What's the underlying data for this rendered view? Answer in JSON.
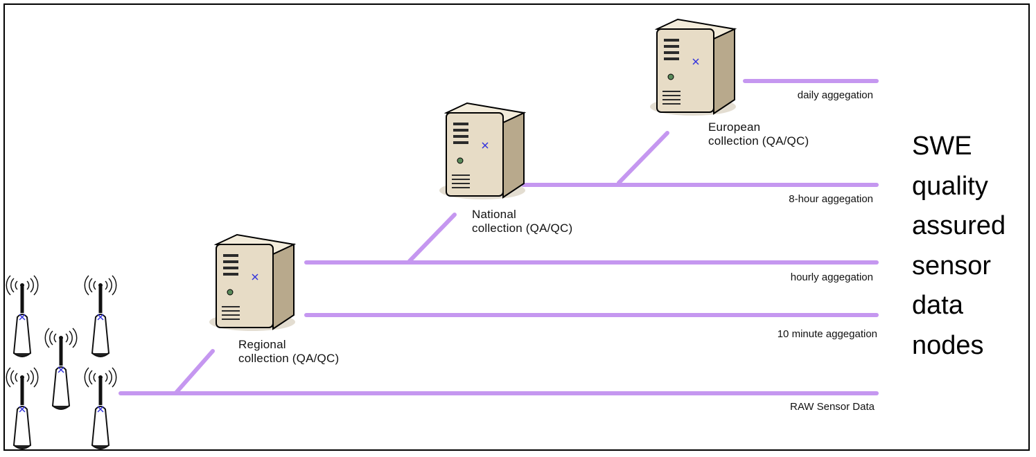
{
  "colors": {
    "line": "#c597f0",
    "server_body": "#e7dcc6",
    "server_side": "#b8a98c",
    "antenna": "#1a1a1a"
  },
  "nodes": {
    "european": [
      "European",
      "collection (QA/QC)"
    ],
    "national": [
      "National",
      "collection (QA/QC)"
    ],
    "regional": [
      "Regional",
      "collection (QA/QC)"
    ]
  },
  "aggregations": {
    "daily": "daily aggegation",
    "eight_hour": "8-hour aggegation",
    "hourly": "hourly aggegation",
    "ten_minute": "10 minute aggegation",
    "raw": "RAW Sensor Data"
  },
  "side_title": [
    "SWE",
    "quality",
    "assured",
    "sensor",
    "data",
    "nodes"
  ],
  "icons": {
    "server": "server-tower-icon",
    "sensor": "wireless-sensor-mast-icon"
  }
}
